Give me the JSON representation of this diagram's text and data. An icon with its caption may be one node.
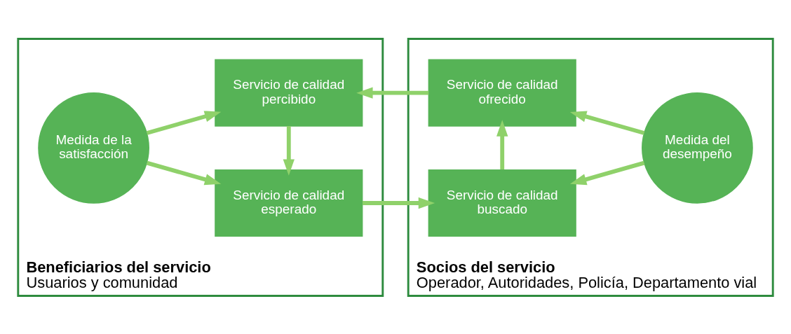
{
  "diagram": {
    "nodes": [
      {
        "text": [
          "Beneficiarios del servicio",
          "Usuarios y comunidad"
        ]
      },
      {
        "text": [
          "Medida de la satisfacción"
        ],
        "in": 0
      },
      {
        "text": [
          "Servicio de calidad esperado"
        ],
        "in": 0
      },
      {
        "text": [
          "Servicio de calidad percibido"
        ],
        "in": 0
      },
      {
        "text": [
          "Socios del servicio",
          "Operador, Autoridades, Policía, Departamento vial"
        ]
      },
      {
        "text": [
          "Servicio de calidad buscado"
        ],
        "in": 4
      },
      {
        "text": [
          "Servicio de calidad ofrecido"
        ],
        "in": 4
      },
      {
        "text": [
          "Medida del desempeño"
        ],
        "in": 4
      }
    ],
    "edges": [
      {
        "from": 1,
        "to": 2,
        "arrow": "to"
      },
      {
        "from": 1,
        "to": 3,
        "arrow": "to"
      },
      {
        "from": 3,
        "to": 2,
        "arrow": "to"
      },
      {
        "from": 2,
        "to": 5,
        "arrow": "to"
      },
      {
        "from": 5,
        "to": 6,
        "arrow": "to"
      },
      {
        "from": 6,
        "to": 3,
        "arrow": "to"
      },
      {
        "from": 7,
        "to": 5,
        "arrow": "to"
      },
      {
        "from": 7,
        "to": 6,
        "arrow": "to"
      }
    ]
  }
}
